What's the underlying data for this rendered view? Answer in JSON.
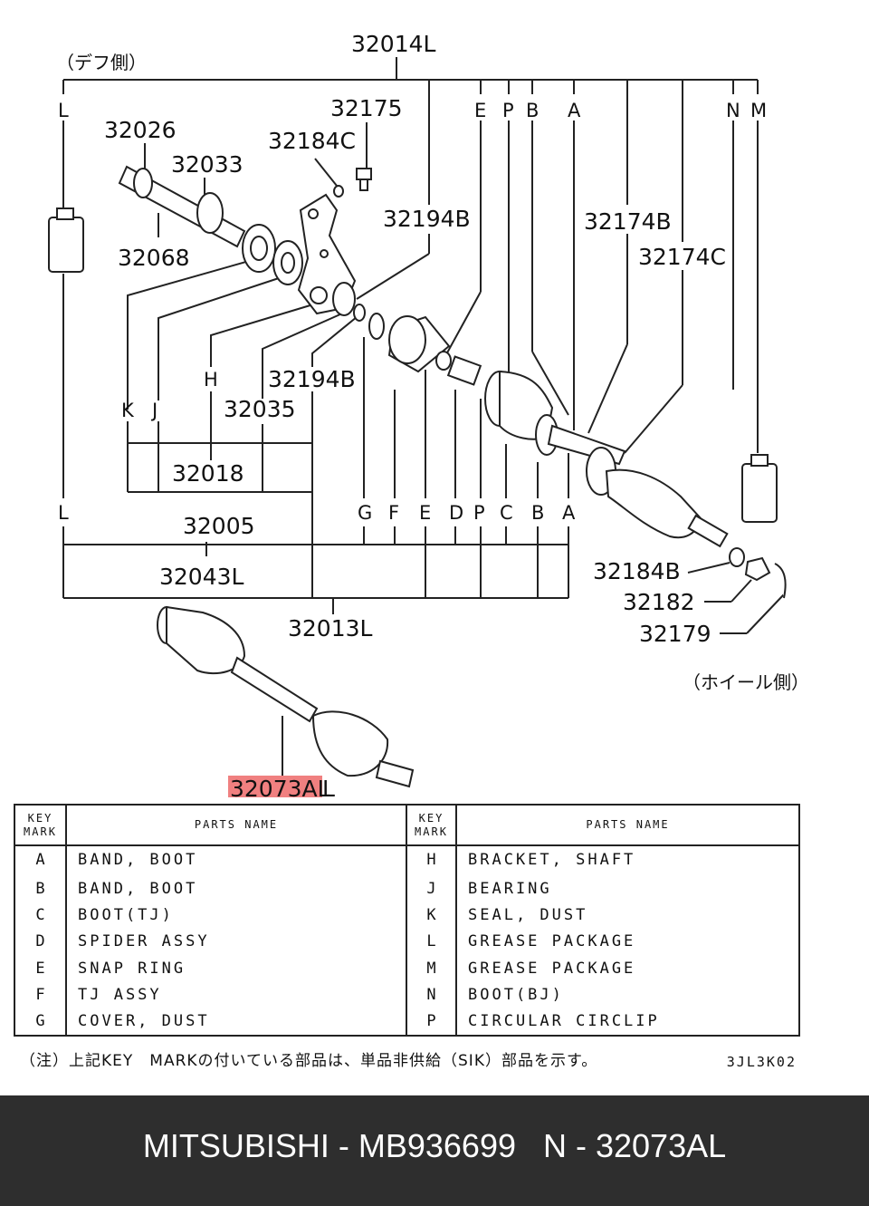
{
  "labels": {
    "diff_side": "（デフ側）",
    "wheel_side": "（ホイール側）",
    "n32014L": "32014L",
    "n32175": "32175",
    "n32026": "32026",
    "n32184C": "32184C",
    "n32033": "32033",
    "n32194B_top": "32194B",
    "n32174B": "32174B",
    "n32068": "32068",
    "n32174C": "32174C",
    "n32194B_mid": "32194B",
    "n32035": "32035",
    "n32018": "32018",
    "n32005": "32005",
    "n32184B": "32184B",
    "n32043L": "32043L",
    "n32182": "32182",
    "n32179": "32179",
    "n32013L": "32013L",
    "n32073AL": "32073AL",
    "n32073AL_suffix": "L"
  },
  "top_marks": [
    "L",
    "E",
    "P",
    "B",
    "A",
    "N",
    "M"
  ],
  "left_marks": [
    "K",
    "J",
    "H"
  ],
  "bottom_marks": [
    "L",
    "G",
    "F",
    "E",
    "D",
    "P",
    "C",
    "B",
    "A"
  ],
  "table": {
    "header_key": "KEY MARK",
    "header_name": "PARTS NAME",
    "rows": [
      {
        "k1": "A",
        "n1": "BAND, BOOT",
        "k2": "H",
        "n2": "BRACKET, SHAFT"
      },
      {
        "k1": "B",
        "n1": "BAND, BOOT",
        "k2": "J",
        "n2": "BEARING"
      },
      {
        "k1": "C",
        "n1": "BOOT(TJ)",
        "k2": "K",
        "n2": "SEAL, DUST"
      },
      {
        "k1": "D",
        "n1": "SPIDER ASSY",
        "k2": "L",
        "n2": "GREASE PACKAGE"
      },
      {
        "k1": "E",
        "n1": "SNAP RING",
        "k2": "M",
        "n2": "GREASE PACKAGE"
      },
      {
        "k1": "F",
        "n1": "TJ ASSY",
        "k2": "N",
        "n2": "BOOT(BJ)"
      },
      {
        "k1": "G",
        "n1": "COVER, DUST",
        "k2": "P",
        "n2": "CIRCULAR CIRCLIP"
      }
    ]
  },
  "footnote": "（注）上記KEY　MARKの付いている部品は、単品非供給（SIK）部品を示す。",
  "drawing_code": "3JL3K02",
  "footer": "MITSUBISHI - MB936699   N - 32073AL",
  "colors": {
    "highlight": "#f08080",
    "footer_bg": "#2e2e2e"
  }
}
